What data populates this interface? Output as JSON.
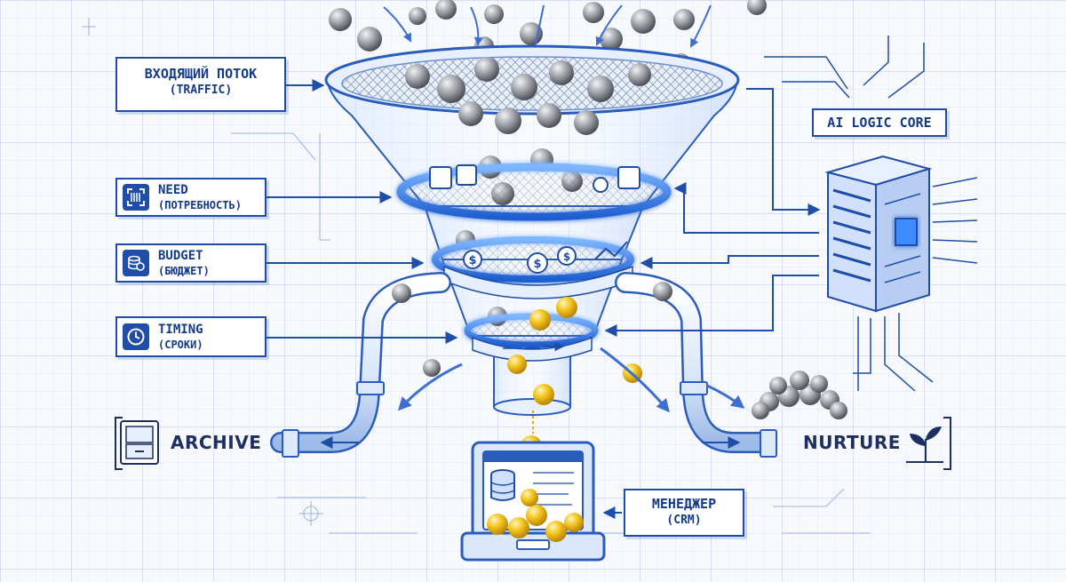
{
  "labels": {
    "traffic": {
      "line1": "ВХОДЯЩИЙ ПОТОК",
      "line2": "(TRAFFIC)"
    },
    "need": {
      "line1": "NEED",
      "line2": "(ПОТРЕБНОСТЬ)"
    },
    "budget": {
      "line1": "BUDGET",
      "line2": "(БЮДЖЕТ)"
    },
    "timing": {
      "line1": "TIMING",
      "line2": "(СРОКИ)"
    },
    "ai_core": {
      "line1": "AI LOGIC CORE"
    },
    "archive": "ARCHIVE",
    "nurture": "NURTURE",
    "manager": {
      "line1": "МЕНЕДЖЕР",
      "line2": "(CRM)"
    }
  },
  "icons": {
    "need": "scan-icon",
    "budget": "coins-icon",
    "timing": "clock-icon",
    "archive": "file-drawer-icon",
    "nurture": "sprout-icon",
    "server": "server-rack-icon",
    "crm": "briefcase-icon",
    "database": "database-icon",
    "dollar": "dollar-coin-icon"
  },
  "colors": {
    "ink": "#1f4ea8",
    "ink_dark": "#123a8c",
    "glow": "#3d8bff",
    "lead_grey": "#8d9096",
    "lead_gold": "#f2c21a",
    "paper": "#f7f9fd"
  }
}
